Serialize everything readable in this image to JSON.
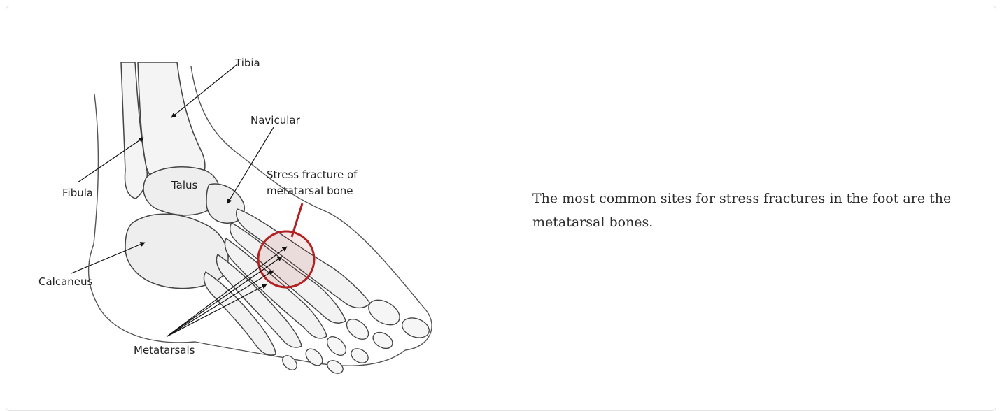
{
  "figure": {
    "labels": {
      "tibia": "Tibia",
      "fibula": "Fibula",
      "talus": "Talus",
      "navicular": "Navicular",
      "stress_line1": "Stress fracture of",
      "stress_line2": "metatarsal bone",
      "calcaneus": "Calcaneus",
      "metatarsals": "Metatarsals"
    },
    "highlight_color": "#b22222"
  },
  "caption": {
    "text": "The most common sites for stress fractures in the foot are the metatarsal bones."
  }
}
